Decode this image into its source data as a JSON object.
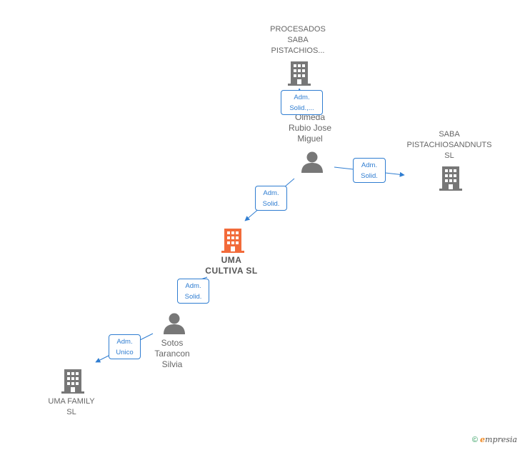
{
  "nodes": {
    "procesados": {
      "label": "PROCESADOS\nSABA\nPISTACHIOS...",
      "type": "company",
      "color": "#777777"
    },
    "olmeda": {
      "label": "Olmeda\nRubio Jose\nMiguel",
      "type": "person",
      "color": "#777777"
    },
    "saba": {
      "label": "SABA\nPISTACHIOSANDNUTS\nSL",
      "type": "company",
      "color": "#777777"
    },
    "uma_cultiva": {
      "label": "UMA\nCULTIVA  SL",
      "type": "company",
      "color": "#f26b3a"
    },
    "sotos": {
      "label": "Sotos\nTarancon\nSilvia",
      "type": "person",
      "color": "#777777"
    },
    "uma_family": {
      "label": "UMA FAMILY\nSL",
      "type": "company",
      "color": "#777777"
    }
  },
  "edges": [
    {
      "id": "e1",
      "label": "Adm.\nSolid.,...",
      "from": "olmeda",
      "to": "procesados"
    },
    {
      "id": "e2",
      "label": "Adm.\nSolid.",
      "from": "olmeda",
      "to": "saba"
    },
    {
      "id": "e3",
      "label": "Adm.\nSolid.",
      "from": "olmeda",
      "to": "uma_cultiva"
    },
    {
      "id": "e4",
      "label": "Adm.\nSolid.",
      "from": "sotos",
      "to": "uma_cultiva"
    },
    {
      "id": "e5",
      "label": "Adm.\nUnico",
      "from": "sotos",
      "to": "uma_family"
    }
  ],
  "colors": {
    "edge": "#2f7dd1",
    "icon": "#777777",
    "focus": "#f26b3a"
  },
  "footer": {
    "copyright": "©",
    "brand_initial": "e",
    "brand_rest": "mpresia"
  }
}
